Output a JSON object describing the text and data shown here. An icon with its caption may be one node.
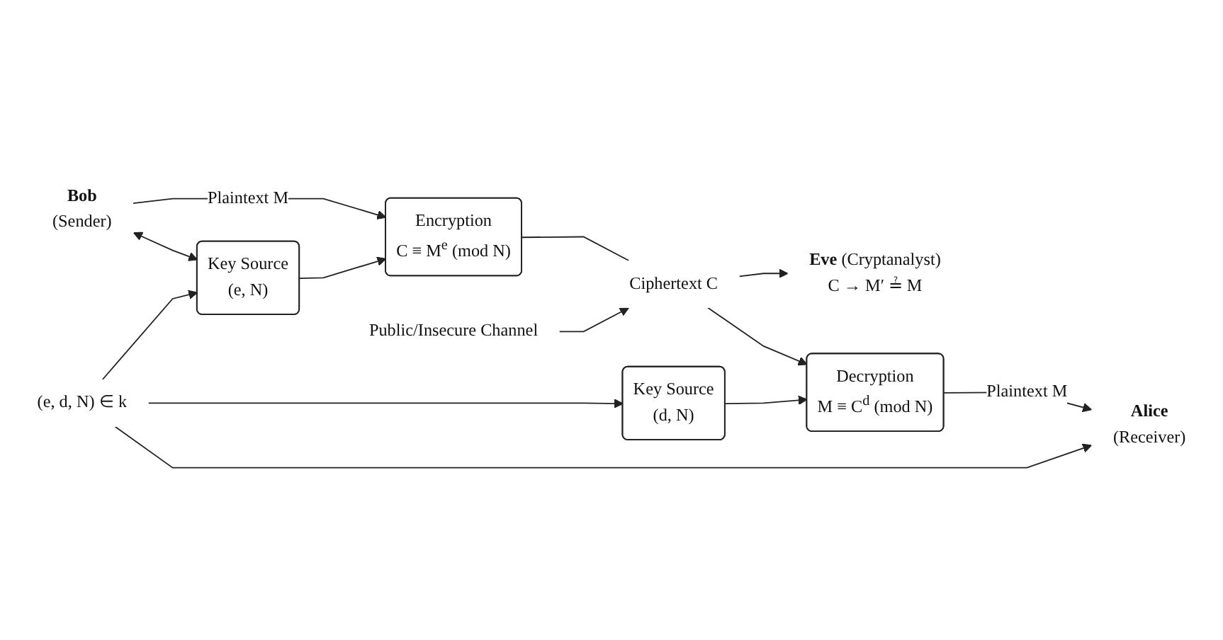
{
  "diagram": {
    "nodes": [
      {
        "text": [
          "Public/Insecure Channel"
        ]
      },
      {
        "text": [
          "**Eve** (Cryptanalyst)",
          "C → M′ ≟ M"
        ]
      },
      {
        "text": [
          "Encryption",
          "C ≡ M$^{e}$ (mod N)"
        ]
      },
      {
        "text": [
          "Ciphertext C"
        ]
      },
      {
        "text": [
          "Decryption",
          "M ≡ C$^{d}$ (mod N)"
        ]
      },
      {
        "text": [
          "Bob",
          "(Sender)"
        ]
      },
      {
        "text": [
          "Key Source",
          "(e, N)"
        ]
      },
      {
        "text": [
          "Key Source",
          "(d, N)"
        ]
      },
      {
        "text": [
          "Alice",
          "(Receiver)"
        ]
      },
      {
        "text": [
          "(e, d, N) ∈ k"
        ]
      }
    ],
    "edges": [
      {
        "from": 5,
        "to": 2,
        "arrow": "to",
        "label": "Plaintext M"
      },
      {
        "from": 2,
        "to": 3,
        "arrow": "none"
      },
      {
        "from": 0,
        "to": 3,
        "arrow": "to"
      },
      {
        "from": 3,
        "to": 4,
        "arrow": "to"
      },
      {
        "from": 3,
        "to": 1,
        "arrow": "to"
      },
      {
        "from": 4,
        "to": 8,
        "arrow": "to",
        "label": "Plaintext M"
      },
      {
        "from": 6,
        "to": 2,
        "arrow": "to"
      },
      {
        "from": 7,
        "to": 4,
        "arrow": "to"
      },
      {
        "from": 5,
        "to": 6,
        "arrow": "both"
      },
      {
        "from": 9,
        "to": 6,
        "arrow": "to"
      },
      {
        "from": 9,
        "to": 7,
        "arrow": "to"
      },
      {
        "from": 9,
        "to": 8,
        "arrow": "to"
      }
    ]
  }
}
